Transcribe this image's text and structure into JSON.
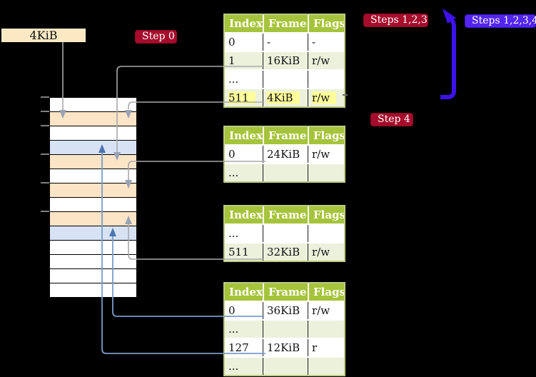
{
  "colors": {
    "background": "#000000",
    "label_cream": "#FBE9C4",
    "badge_crimson": "#A60C2C",
    "badge_blue_violet": "#5325F0",
    "recursion_arrow_blue": "#3D12EE",
    "table_header_green": "#A5C43C",
    "table_row_light_green": "#ECF1DC",
    "table_border_green": "#BDCB84",
    "highlight_yellow": "#FDFD9C",
    "memory_frame_orange": "#FCE4C7",
    "memory_page_blue": "#D7E3F5",
    "connector_gray": "#A9A9A9",
    "connector_steel_blue": "#7A9CC9"
  },
  "labels": {
    "frame_size": "4KiB"
  },
  "badges": {
    "step0": "Step 0",
    "steps123": "Steps 1,2,3",
    "steps1234": "Steps 1,2,3,4",
    "step4": "Step 4"
  },
  "table_headers": [
    "Index",
    "Frame",
    "Flags"
  ],
  "tables": [
    {
      "id": "table-1",
      "rows": [
        [
          "0",
          "-",
          "-"
        ],
        [
          "1",
          "16KiB",
          "r/w"
        ],
        [
          "...",
          "",
          ""
        ],
        [
          "511",
          "4KiB",
          "r/w"
        ]
      ],
      "highlight_row": 3
    },
    {
      "id": "table-2",
      "rows": [
        [
          "0",
          "24KiB",
          "r/w"
        ],
        [
          "...",
          "",
          ""
        ]
      ],
      "highlight_row": -1
    },
    {
      "id": "table-3",
      "rows": [
        [
          "...",
          "",
          ""
        ],
        [
          "511",
          "32KiB",
          "r/w"
        ]
      ],
      "highlight_row": -1
    },
    {
      "id": "table-4",
      "rows": [
        [
          "0",
          "36KiB",
          "r/w"
        ],
        [
          "...",
          "",
          ""
        ],
        [
          "127",
          "12KiB",
          "r"
        ],
        [
          "...",
          "",
          ""
        ]
      ],
      "highlight_row": -1
    }
  ],
  "memory_column": {
    "row_colors": [
      "white",
      "orange",
      "white",
      "blue",
      "orange",
      "white",
      "orange",
      "white",
      "orange",
      "blue",
      "white",
      "white",
      "white",
      "white"
    ]
  }
}
